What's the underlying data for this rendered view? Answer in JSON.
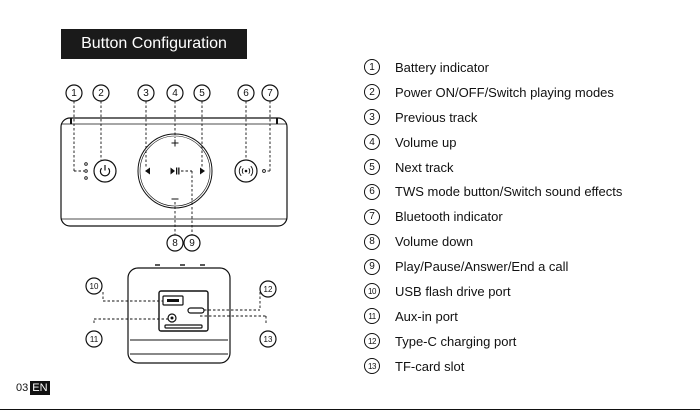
{
  "title": "Button Configuration",
  "top_callouts": [
    "1",
    "2",
    "3",
    "4",
    "5",
    "6",
    "7"
  ],
  "bottom_callouts": [
    "8",
    "9"
  ],
  "side_callouts": [
    "10",
    "11",
    "12",
    "13"
  ],
  "legend": [
    {
      "num": "1",
      "label": "Battery indicator"
    },
    {
      "num": "2",
      "label": "Power ON/OFF/Switch playing modes"
    },
    {
      "num": "3",
      "label": "Previous track"
    },
    {
      "num": "4",
      "label": "Volume up"
    },
    {
      "num": "5",
      "label": "Next track"
    },
    {
      "num": "6",
      "label": "TWS mode button/Switch sound effects"
    },
    {
      "num": "7",
      "label": "Bluetooth indicator"
    },
    {
      "num": "8",
      "label": "Volume down"
    },
    {
      "num": "9",
      "label": "Play/Pause/Answer/End a call"
    },
    {
      "num": "10",
      "label": "USB flash drive port"
    },
    {
      "num": "11",
      "label": "Aux-in port"
    },
    {
      "num": "12",
      "label": "Type-C charging port"
    },
    {
      "num": "13",
      "label": "TF-card slot"
    }
  ],
  "page": {
    "number": "03",
    "lang": "EN"
  },
  "icons": {
    "power": "power-icon",
    "tws": "tws-wave-icon",
    "prev": "previous-arrow-icon",
    "next": "next-arrow-icon",
    "play": "play-pause-icon",
    "vol_up": "plus-icon",
    "vol_down": "minus-icon"
  }
}
